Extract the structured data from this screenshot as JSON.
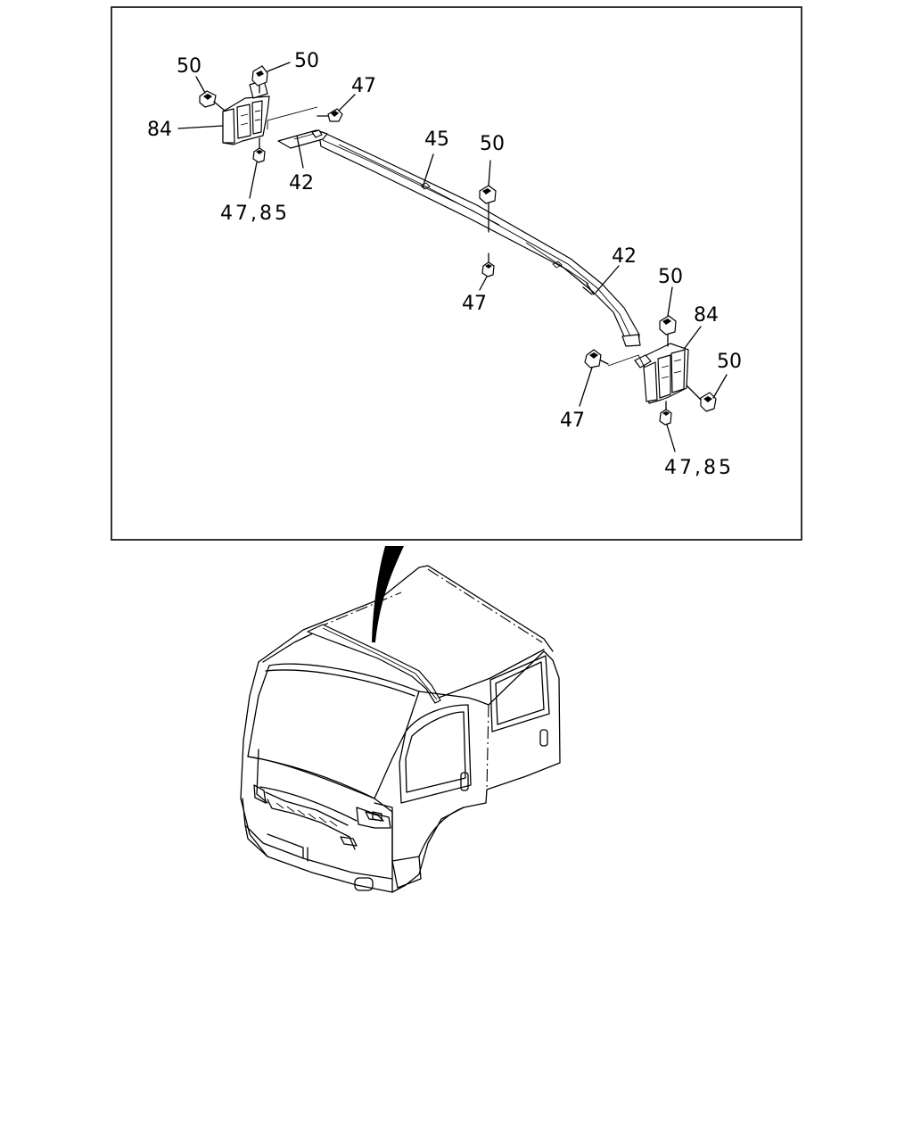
{
  "labels": {
    "l50a": "50",
    "l50b": "50",
    "l47a": "47",
    "l84a": "84",
    "l4785a": "47,85",
    "l42a": "42",
    "l45": "45",
    "l50c": "50",
    "l47b": "47",
    "l42b": "42",
    "l50d": "50",
    "l84b": "84",
    "l50e": "50",
    "l47c": "47",
    "l4785b": "47,85"
  }
}
